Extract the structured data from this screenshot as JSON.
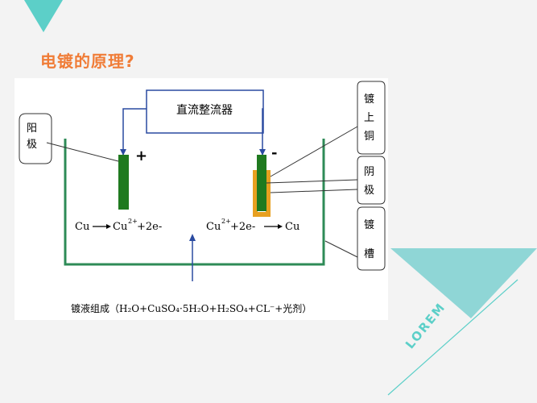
{
  "slide": {
    "title": "电镀的原理?",
    "brand": "LOREM",
    "accent_color": "#5ccfc8",
    "title_color": "#f07c37"
  },
  "diagram": {
    "rectifier": "直流整流器",
    "anode_label": [
      "阳",
      "极"
    ],
    "plate_copper_label": [
      "镀",
      "上",
      "铜"
    ],
    "cathode_label": [
      "阴",
      "极"
    ],
    "tank_label": [
      "镀",
      "槽"
    ],
    "plus_sign": "+",
    "minus_sign": "-",
    "anode_reaction": {
      "left": "Cu",
      "right_base": "Cu",
      "right_sup": "2+",
      "right_tail": "+2e-"
    },
    "cathode_reaction": {
      "left_base": "Cu",
      "left_sup": "2+",
      "left_tail": "+2e-",
      "right": "Cu"
    },
    "bath_composition": "镀液组成（H₂O+CuSO₄·5H₂O+H₂SO₄+CL⁻+光剂）"
  }
}
